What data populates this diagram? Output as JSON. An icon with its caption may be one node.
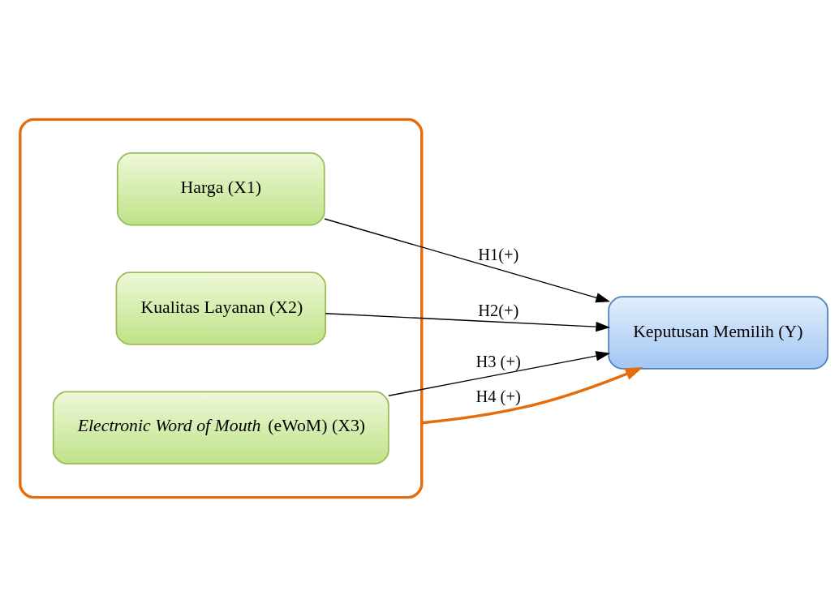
{
  "diagram": {
    "nodes": [
      {
        "text": [],
        "shape": "box"
      },
      {
        "text": [
          "Harga (X1)"
        ],
        "in": 0
      },
      {
        "text": [
          "Kualitas Layanan (X2)"
        ],
        "in": 0
      },
      {
        "text": [
          "*Electronic Word of Mouth* (eWoM) (X3)"
        ],
        "in": 0
      },
      {
        "text": [
          "Keputusan Memilih (Y)"
        ]
      }
    ],
    "edges": [
      {
        "from": 1,
        "to": 4,
        "arrow": "to",
        "label": "H1(+)"
      },
      {
        "from": 2,
        "to": 4,
        "arrow": "to",
        "label": "H2(+)"
      },
      {
        "from": 3,
        "to": 4,
        "arrow": "to",
        "label": "H3 (+)"
      },
      {
        "from": 0,
        "to": 4,
        "arrow": "to",
        "label": "H4 (+)",
        "color": "#e46c0a",
        "style": "thick"
      }
    ]
  }
}
